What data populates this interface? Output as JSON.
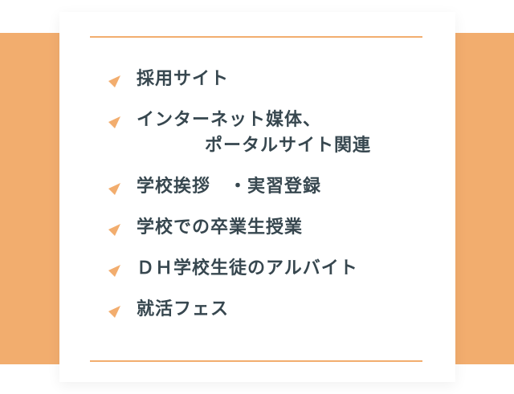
{
  "colors": {
    "accent": "#f2ad6e",
    "text": "#37474f",
    "card": "#ffffff"
  },
  "list": {
    "bullet_icon": "orange-triangle-bullet",
    "items": [
      {
        "label": "採用サイト"
      },
      {
        "label": "インターネット媒体、",
        "label_line2": "ポータルサイト関連"
      },
      {
        "label": "学校挨拶　・実習登録"
      },
      {
        "label": "学校での卒業生授業"
      },
      {
        "label": "ＤＨ学校生徒のアルバイト"
      },
      {
        "label": "就活フェス"
      }
    ]
  }
}
